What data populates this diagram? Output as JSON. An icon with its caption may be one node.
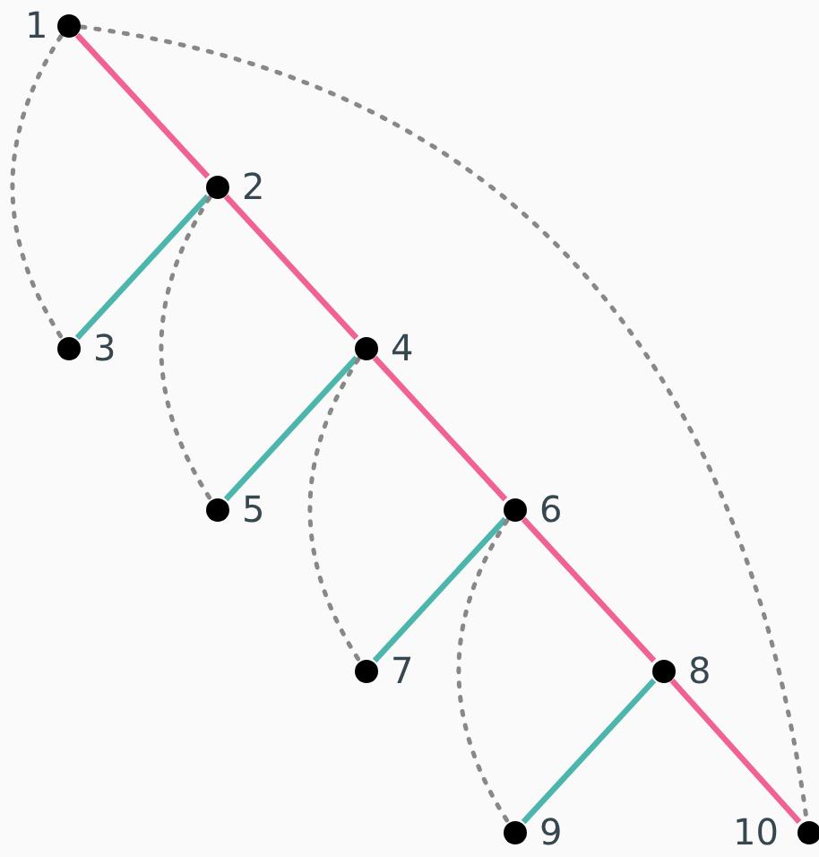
{
  "diagram": {
    "nodes": [
      {
        "text": [],
        "shape": "circle",
        "beside": [
          "1"
        ]
      },
      {
        "text": [],
        "shape": "circle",
        "beside": [
          "2"
        ]
      },
      {
        "text": [],
        "shape": "circle",
        "beside": [
          "3"
        ]
      },
      {
        "text": [],
        "shape": "circle",
        "beside": [
          "4"
        ]
      },
      {
        "text": [],
        "shape": "circle",
        "beside": [
          "5"
        ]
      },
      {
        "text": [],
        "shape": "circle",
        "beside": [
          "6"
        ]
      },
      {
        "text": [],
        "shape": "circle",
        "beside": [
          "7"
        ]
      },
      {
        "text": [],
        "shape": "circle",
        "beside": [
          "8"
        ]
      },
      {
        "text": [],
        "shape": "circle",
        "beside": [
          "9"
        ]
      },
      {
        "text": [],
        "shape": "circle",
        "beside": [
          "10"
        ]
      }
    ],
    "edges": [
      {
        "from": 0,
        "to": 1,
        "arrow": "none",
        "color": "#f06292"
      },
      {
        "from": 1,
        "to": 3,
        "arrow": "none",
        "color": "#f06292"
      },
      {
        "from": 3,
        "to": 5,
        "arrow": "none",
        "color": "#f06292"
      },
      {
        "from": 5,
        "to": 7,
        "arrow": "none",
        "color": "#f06292"
      },
      {
        "from": 7,
        "to": 9,
        "arrow": "none",
        "color": "#f06292"
      },
      {
        "from": 1,
        "to": 2,
        "arrow": "none",
        "color": "#4db6ac"
      },
      {
        "from": 3,
        "to": 4,
        "arrow": "none",
        "color": "#4db6ac"
      },
      {
        "from": 5,
        "to": 6,
        "arrow": "none",
        "color": "#4db6ac"
      },
      {
        "from": 7,
        "to": 8,
        "arrow": "none",
        "color": "#4db6ac"
      },
      {
        "from": 0,
        "to": 2,
        "arrow": "none",
        "style": "dashed",
        "color": "#888888"
      },
      {
        "from": 1,
        "to": 4,
        "arrow": "none",
        "style": "dashed",
        "color": "#888888"
      },
      {
        "from": 3,
        "to": 6,
        "arrow": "none",
        "style": "dashed",
        "color": "#888888"
      },
      {
        "from": 5,
        "to": 8,
        "arrow": "none",
        "style": "dashed",
        "color": "#888888"
      },
      {
        "from": 0,
        "to": 9,
        "arrow": "none",
        "style": "dashed",
        "color": "#888888"
      }
    ]
  }
}
